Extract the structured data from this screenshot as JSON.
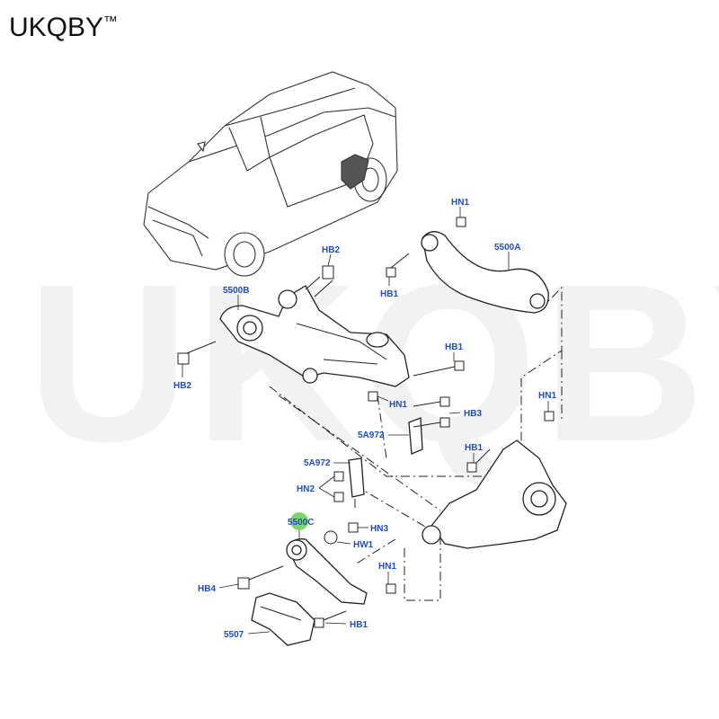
{
  "brand": {
    "name": "UKQBY",
    "trademark": "™"
  },
  "watermark": "UKQBY™",
  "marker_color": "#6ecf5a",
  "label_color": "#1f4fbf",
  "labels": {
    "hn1_top": "HN1",
    "hb2_top": "HB2",
    "l5500a": "5500A",
    "l5500b": "5500B",
    "hb1_a": "HB1",
    "hb2_left": "HB2",
    "hb1_b": "HB1",
    "hn1_mid": "HN1",
    "hn1_right": "HN1",
    "hb3": "HB3",
    "l5a972_a": "5A972",
    "hb1_c": "HB1",
    "l5a972_b": "5A972",
    "hn2": "HN2",
    "l5500c": "5500C",
    "hn3": "HN3",
    "hw1": "HW1",
    "hn1_low": "HN1",
    "hb4": "HB4",
    "hb1_d": "HB1",
    "l5507": "5507"
  }
}
